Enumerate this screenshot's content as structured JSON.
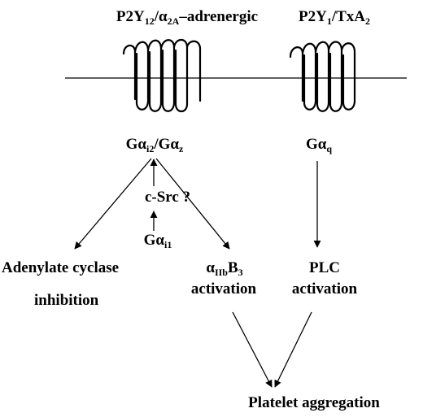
{
  "receptors": {
    "left": {
      "main": "P2Y",
      "sub1": "12",
      "slash": "/α",
      "sub2": "2A",
      "tail": "–adrenergic"
    },
    "right": {
      "main": "P2Y",
      "sub1": "1",
      "slash": "/TxA",
      "sub2": "2"
    }
  },
  "gproteins": {
    "gi2_gz": {
      "a": "Gα",
      "a_sub": "i2",
      "b": "/Gα",
      "b_sub": "z"
    },
    "gq": {
      "a": "Gα",
      "a_sub": "q"
    },
    "gi1": {
      "a": "Gα",
      "a_sub": "i1"
    }
  },
  "csrc": "c-Src ?",
  "effects": {
    "adenylate_line1": "Adenylate cyclase",
    "adenylate_line2": "inhibition",
    "integrin": {
      "a": "α",
      "a_sub": "IIb",
      "b": "B",
      "b_sub": "3"
    },
    "integrin_line2": "activation",
    "plc_line1": "PLC",
    "plc_line2": "activation"
  },
  "outcome": "Platelet aggregation",
  "colors": {
    "ink": "#000000",
    "background": "#ffffff"
  }
}
